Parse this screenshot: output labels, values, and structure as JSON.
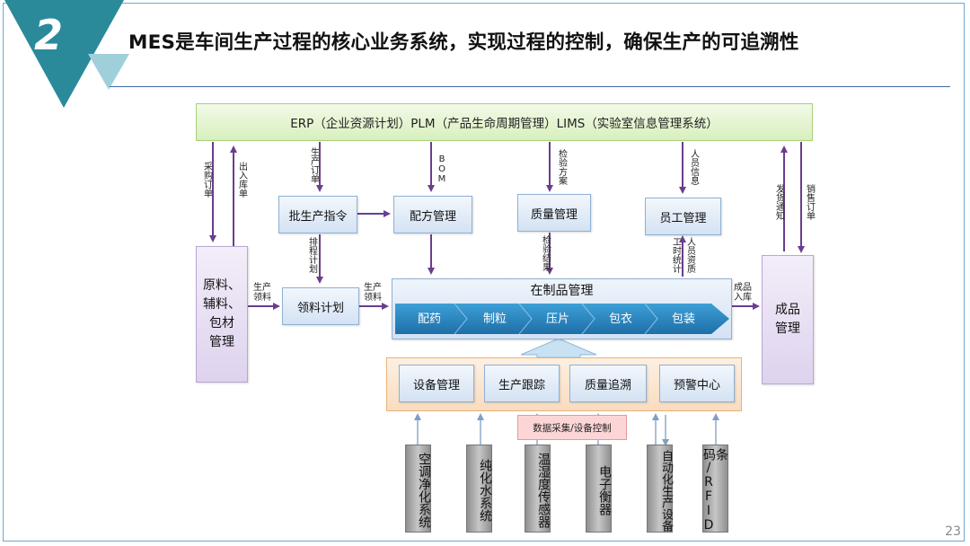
{
  "header": {
    "number": "2",
    "title": "MES是车间生产过程的核心业务系统，实现过程的控制，确保生产的可追溯性"
  },
  "erp_bar": "ERP（企业资源计划）PLM（产品生命周期管理）LIMS（实验室信息管理系统）",
  "modules": {
    "batch": "批生产指令",
    "formula": "配方管理",
    "quality": "质量管理",
    "staff": "员工管理",
    "material_plan": "领料计划",
    "wip": "在制品管理",
    "raw": "原料、\n辅料、\n包材\n管理",
    "finished": "成品\n管理"
  },
  "stages": [
    "配药",
    "制粒",
    "压片",
    "包衣",
    "包装"
  ],
  "support": [
    "设备管理",
    "生产跟踪",
    "质量追溯",
    "预警中心"
  ],
  "data_collect": "数据采集/设备控制",
  "devices": [
    "空调净化系统",
    "纯化水系统",
    "温湿度传感器",
    "电子衡器",
    "自动化生产设备",
    "条码/RFID"
  ],
  "labels": {
    "purchase": "采购订单",
    "out_stock": "出入库单",
    "prod_order": "生产订单",
    "bom": "BOM",
    "inspect_plan": "检验方案",
    "staff_info": "人员信息",
    "ship_notice": "发货通知",
    "sales_order": "销售订单",
    "schedule": "排程计划",
    "inspect_result": "检验结果",
    "work_stat": "工时统计",
    "staff_qual": "人员资质",
    "pick_1": "生产\n领料",
    "pick_2": "生产\n领料",
    "fg_in": "成品\n入库"
  },
  "page_number": "23"
}
